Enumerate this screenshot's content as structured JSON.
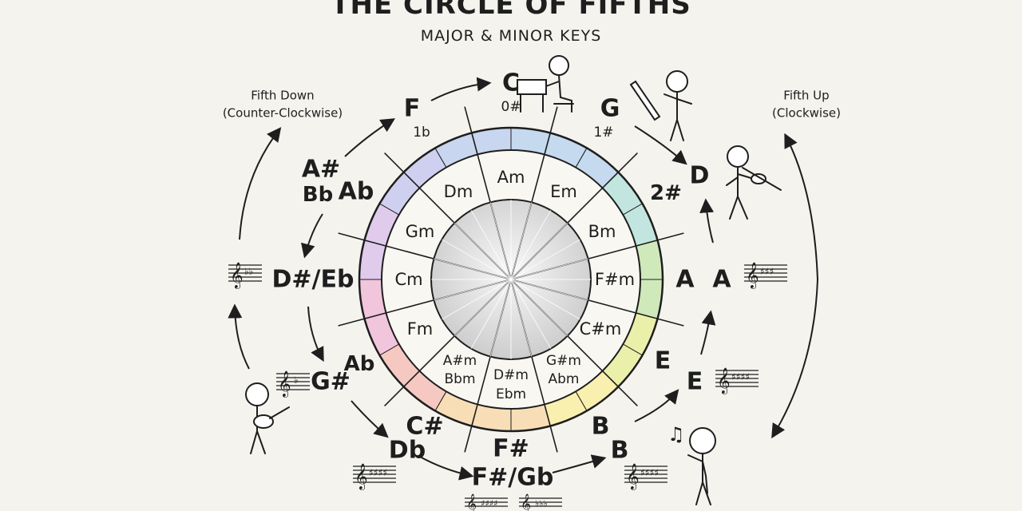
{
  "header": {
    "title": "THE CIRCLE OF FIFTHS",
    "subtitle": "MAJOR & MINOR KEYS"
  },
  "directions": {
    "down_title": "Fifth Down",
    "down_note": "(Counter-Clockwise)",
    "up_title": "Fifth Up",
    "up_note": "(Clockwise)"
  },
  "major_keys": {
    "c": "C",
    "c_acc": "0#",
    "g": "G",
    "g_acc": "1#",
    "d": "D",
    "d_acc": "2#",
    "a_inner": "A",
    "a_outer": "A",
    "e_inner": "E",
    "e_outer": "E",
    "b_inner": "B",
    "b_outer": "B",
    "fs_top": "F#",
    "fs_gb": "F#/Gb",
    "cs": "C#",
    "db": "Db",
    "gs": "G#",
    "ab_lower": "Ab",
    "ds_eb": "D#/Eb",
    "as_top": "A#",
    "bb": "Bb",
    "ab_upper": "Ab",
    "f": "F",
    "f_acc": "1b"
  },
  "minor_keys": {
    "am": "Am",
    "em": "Em",
    "bm": "Bm",
    "fsm": "F#m",
    "csm": "C#m",
    "gsm": "G#m",
    "abm": "Abm",
    "dsm": "D#m",
    "ebm": "Ebm",
    "asm": "A#m",
    "bbm": "Bbm",
    "fm": "Fm",
    "cm": "Cm",
    "gm": "Gm",
    "dm": "Dm"
  },
  "colors": {
    "background": "#f4f3ee",
    "ink": "#1e1e1e",
    "ring_hues": [
      "#bcd3ee",
      "#b8e2dc",
      "#c9e6b0",
      "#e8ef9c",
      "#f9eea4",
      "#f8d9ad",
      "#f5c0b9",
      "#f0bcd8",
      "#dcc3ec",
      "#c8c8ee",
      "#c0d0ee"
    ]
  },
  "icons": [
    "piano-player-icon",
    "pencil-figure-icon",
    "violinist-icon",
    "guitarist-icon",
    "singer-icon",
    "key-signature-icon",
    "music-note-icon"
  ]
}
